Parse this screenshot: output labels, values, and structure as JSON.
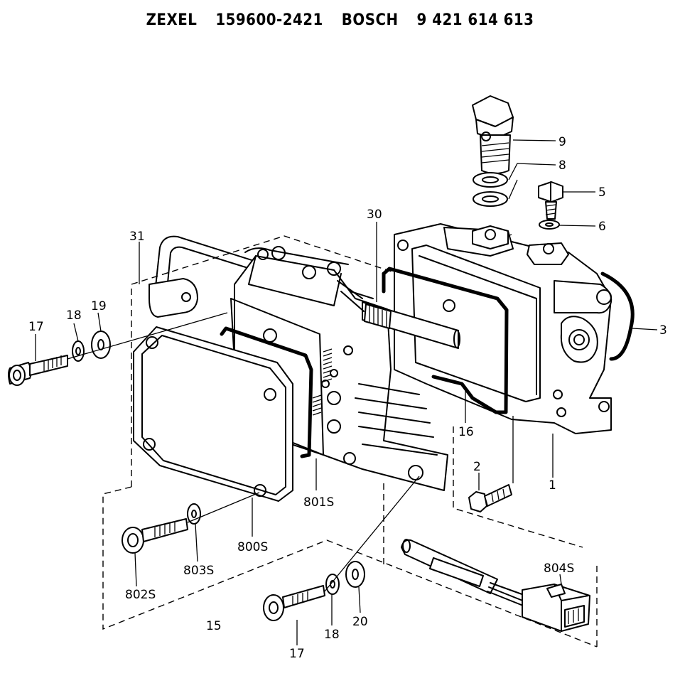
{
  "header": {
    "brand1": "ZEXEL",
    "part1": "159600-2421",
    "brand2": "BOSCH",
    "part2": "9 421 614 613"
  },
  "callouts": {
    "c9": "9",
    "c8": "8",
    "c5": "5",
    "c6": "6",
    "c3": "3",
    "c30": "30",
    "c31": "31",
    "c17a": "17",
    "c18a": "18",
    "c19": "19",
    "c16": "16",
    "c2": "2",
    "c1": "1",
    "c801s": "801S",
    "c800s": "800S",
    "c803s": "803S",
    "c802s": "802S",
    "c15": "15",
    "c804s": "804S",
    "c17b": "17",
    "c18b": "18",
    "c20": "20"
  }
}
